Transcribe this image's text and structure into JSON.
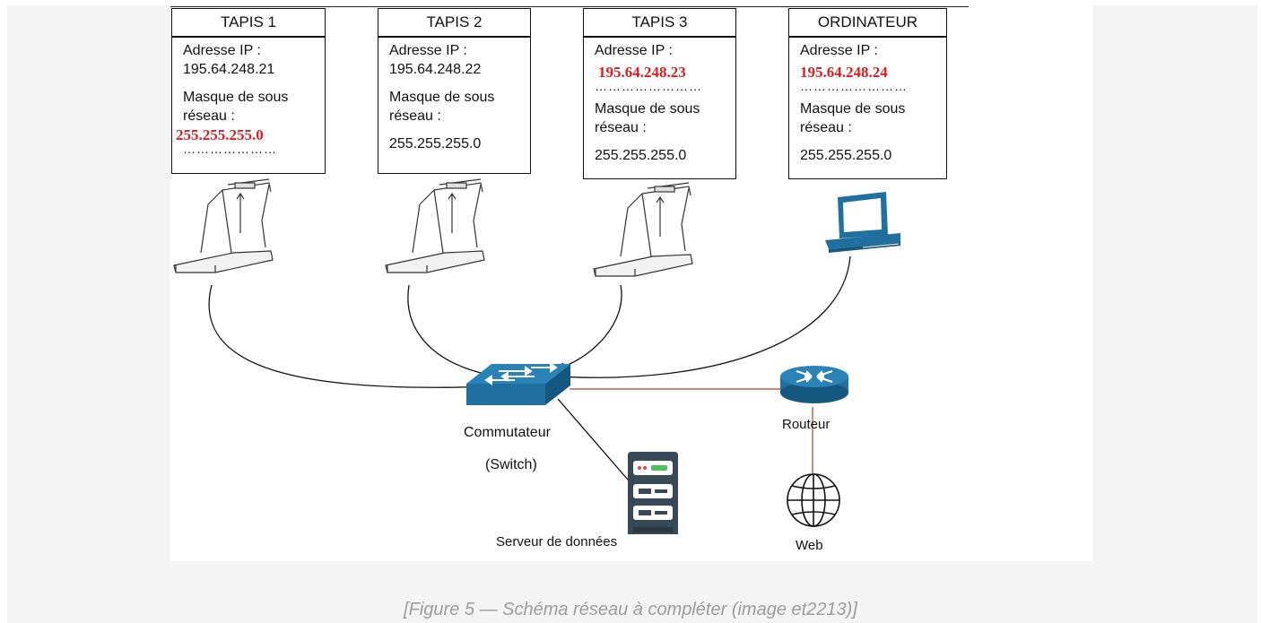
{
  "devices": [
    {
      "title": "TAPIS 1",
      "ip_label": "Adresse IP :",
      "ip": "195.64.248.21",
      "mask_label_1": "Masque de sous",
      "mask_label_2": "réseau :",
      "mask": "255.255.255.0"
    },
    {
      "title": "TAPIS 2",
      "ip_label": "Adresse IP :",
      "ip": "195.64.248.22",
      "mask_label_1": "Masque de sous",
      "mask_label_2": "réseau :",
      "mask": "255.255.255.0"
    },
    {
      "title": "TAPIS 3",
      "ip_label": "Adresse IP :",
      "ip": "195.64.248.23",
      "mask_label_1": "Masque de sous",
      "mask_label_2": "réseau :",
      "mask": "255.255.255.0"
    },
    {
      "title": "ORDINATEUR",
      "ip_label": "Adresse IP :",
      "ip": "195.64.248.24",
      "mask_label_1": "Masque de sous",
      "mask_label_2": "réseau :",
      "mask": "255.255.255.0"
    }
  ],
  "labels": {
    "switch_1": "Commutateur",
    "switch_2": "(Switch)",
    "server": "Serveur de données",
    "router": "Routeur",
    "web": "Web"
  },
  "caption": "[Figure 5 — Schéma réseau à compléter (image et2213)]",
  "colors": {
    "handwritten_red": "#d42020",
    "device_blue": "#1f6f9f",
    "router_link": "#c0392b",
    "caption_grey": "#9c9c9c",
    "server_dark": "#394856"
  }
}
